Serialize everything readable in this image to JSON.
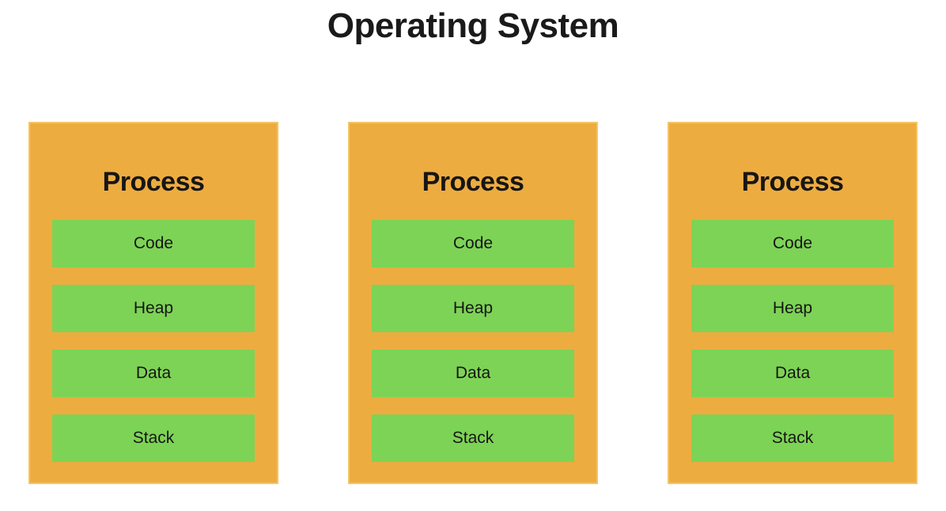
{
  "title": "Operating System",
  "colors": {
    "process_fill": "#edac40",
    "process_border": "#f4c463",
    "segment_fill": "#7dd355",
    "text": "#161616",
    "background": "#ffffff"
  },
  "processes": [
    {
      "label": "Process",
      "segments": [
        "Code",
        "Heap",
        "Data",
        "Stack"
      ]
    },
    {
      "label": "Process",
      "segments": [
        "Code",
        "Heap",
        "Data",
        "Stack"
      ]
    },
    {
      "label": "Process",
      "segments": [
        "Code",
        "Heap",
        "Data",
        "Stack"
      ]
    }
  ]
}
